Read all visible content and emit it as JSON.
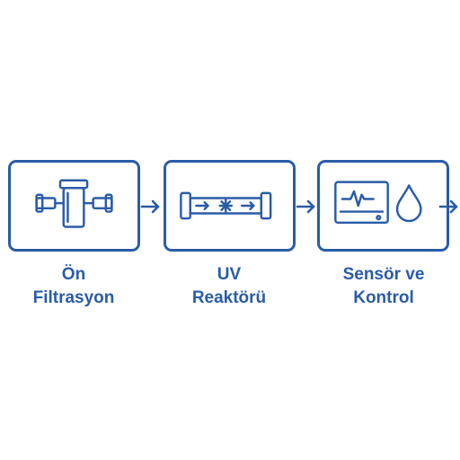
{
  "colors": {
    "accent": "#2a5ca8"
  },
  "steps": [
    {
      "icon": "pipe-filter-icon",
      "label_lines": [
        "Ön",
        "Filtrasyon"
      ]
    },
    {
      "icon": "uv-reactor-icon",
      "label_lines": [
        "UV",
        "Reaktörü"
      ]
    },
    {
      "icon": "monitor-droplet-icon",
      "label_lines": [
        "Sensör ve",
        "Kontrol"
      ]
    }
  ]
}
